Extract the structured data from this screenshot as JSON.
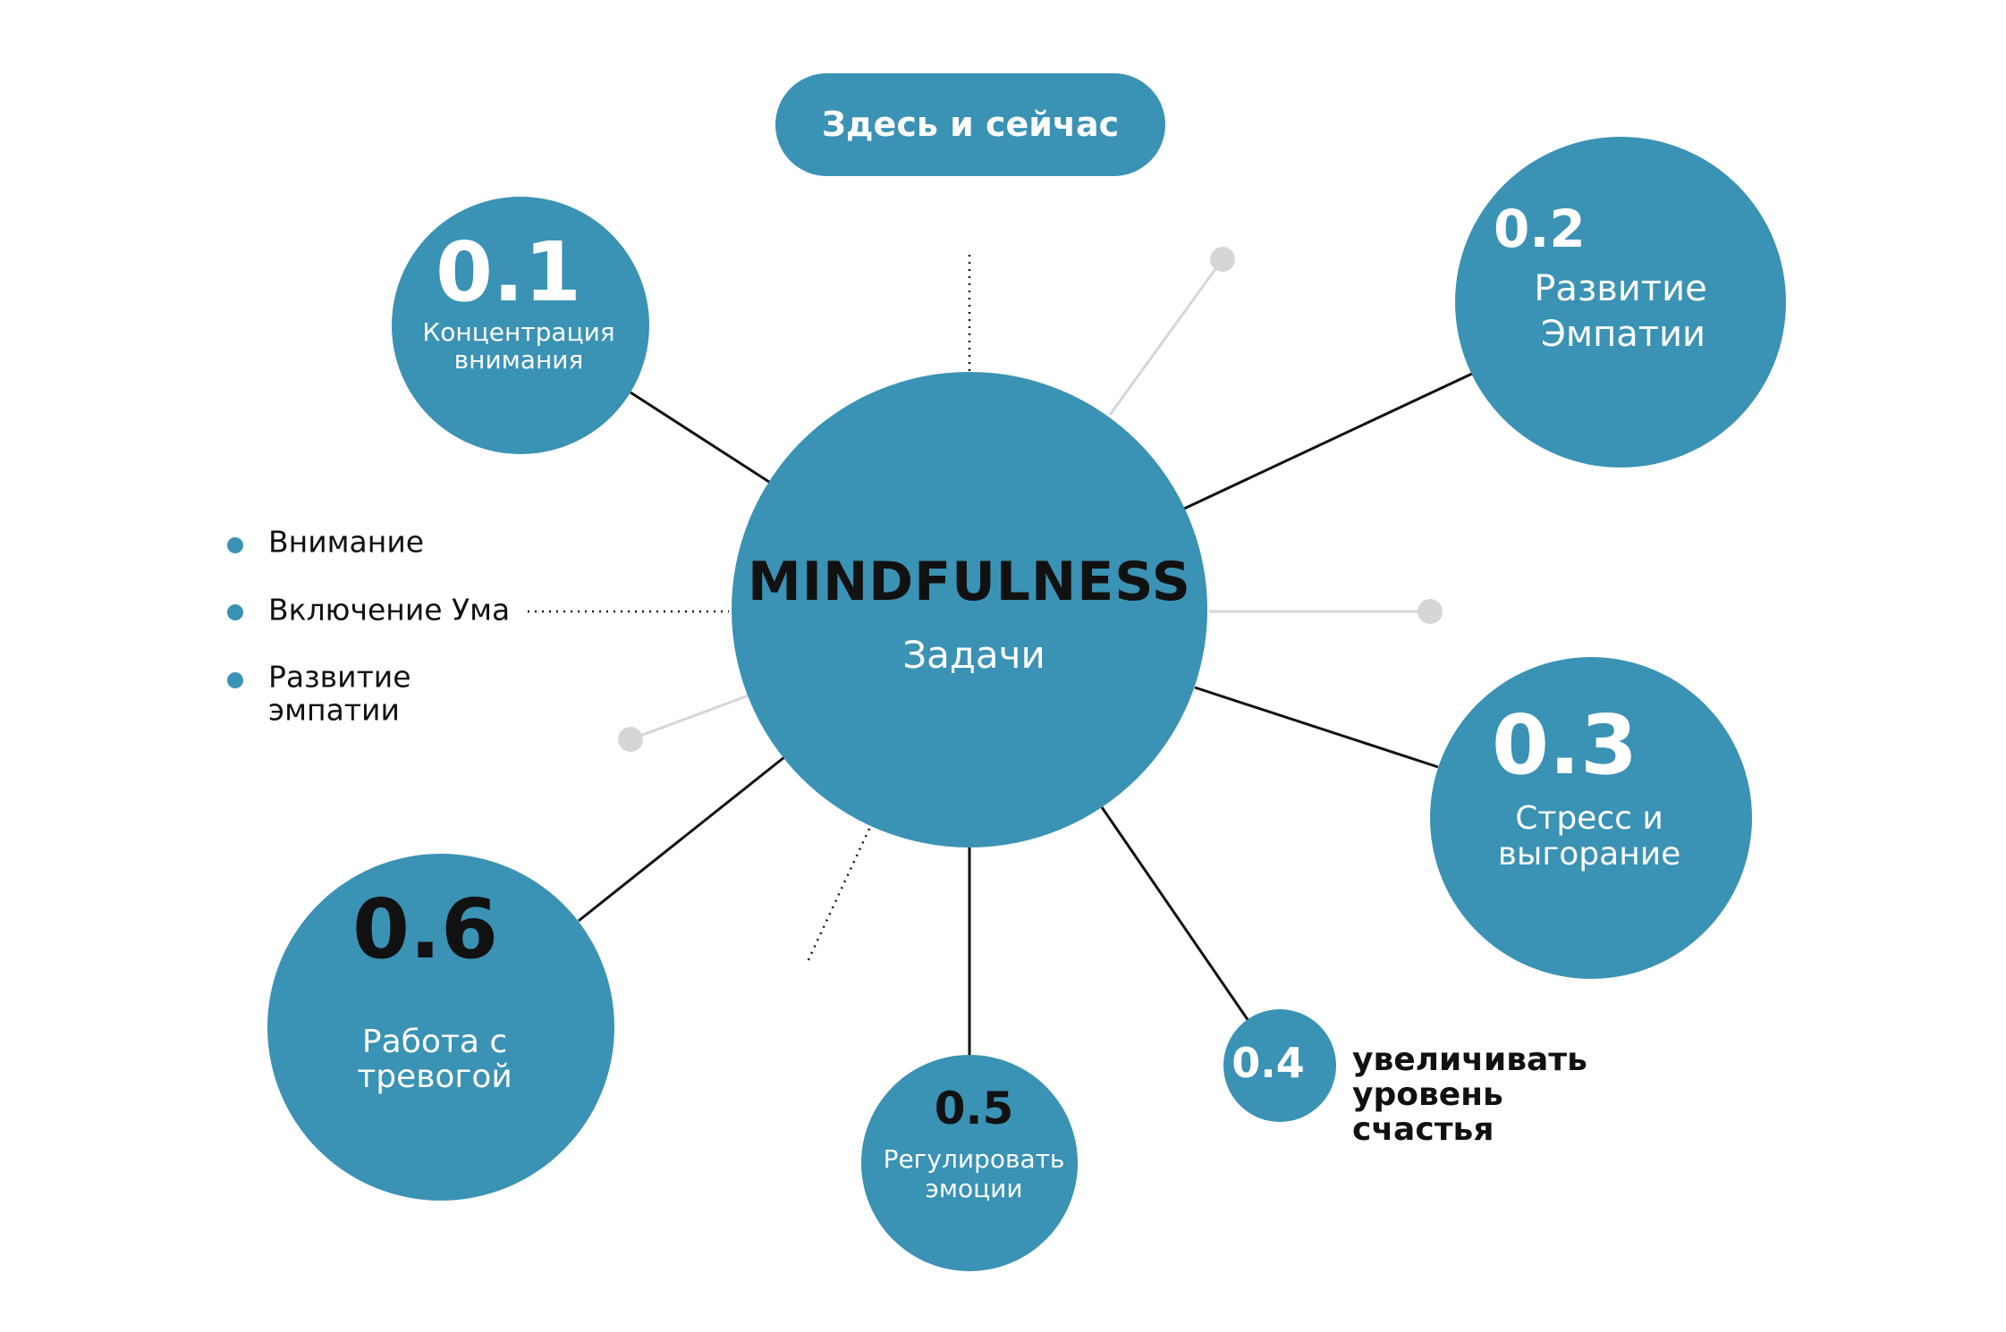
{
  "header": {
    "pill_label": "Здесь и сейчас"
  },
  "center": {
    "title": "MINDFULNESS",
    "subtitle": "Задачи"
  },
  "nodes": [
    {
      "number": "0.1",
      "label_lines": [
        "Концентрация",
        "внимания"
      ]
    },
    {
      "number": "0.2",
      "label_lines": [
        "Развитие",
        "Эмпатии"
      ]
    },
    {
      "number": "0.3",
      "label_lines": [
        "Стресс и",
        "выгорание"
      ]
    },
    {
      "number": "0.4",
      "label_lines": [
        "увеличивать",
        "уровень",
        "счастья"
      ]
    },
    {
      "number": "0.5",
      "label_lines": [
        "Регулировать",
        "эмоции"
      ]
    },
    {
      "number": "0.6",
      "label_lines": [
        "Работа с",
        "тревогой"
      ]
    }
  ],
  "bullets": [
    {
      "lines": [
        "Внимание"
      ]
    },
    {
      "lines": [
        "Включение Ума"
      ]
    },
    {
      "lines": [
        "Развитие",
        "эмпатии"
      ]
    }
  ],
  "colors": {
    "accent": "#3a92b4",
    "connector": "#111111",
    "decor": "#d6d6d6"
  }
}
